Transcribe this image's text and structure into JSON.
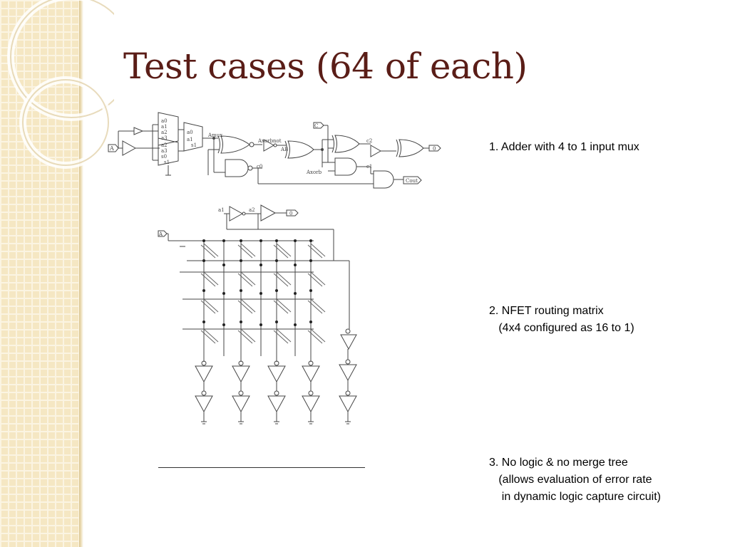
{
  "slide": {
    "title": "Test cases (64 of each)",
    "items": [
      {
        "lines": [
          "1. Adder with 4 to 1 input mux"
        ]
      },
      {
        "lines": [
          "2. NFET routing matrix",
          "   (4x4 configured as 16 to 1)"
        ]
      },
      {
        "lines": [
          "3. No logic & no merge tree",
          "   (allows evaluation of error rate",
          "    in dynamic logic capture circuit)"
        ]
      }
    ]
  },
  "schematic_labels": {
    "adder": {
      "input_a": "A",
      "input_c": "C",
      "mux_inputs": [
        "a0",
        "a1",
        "a2",
        "a3",
        "s0",
        "s1"
      ],
      "mux2_inputs": [
        "a0",
        "a1",
        "s1"
      ],
      "amux": "Amux",
      "axorbnot": "Axorbnot",
      "ab": "AB",
      "c0": "c0",
      "axorb": "Axorb",
      "c1": "c1",
      "c2": "c2",
      "out_zero": "0",
      "cout": "Cout"
    },
    "matrix": {
      "a1": "a1",
      "a2": "a2",
      "out_zero": "0",
      "input_a": "A"
    }
  },
  "colors": {
    "title": "#5a1d17",
    "sidebar": "#f5e7c3",
    "grid": "#fbf4e2",
    "circuit": "#444444"
  }
}
